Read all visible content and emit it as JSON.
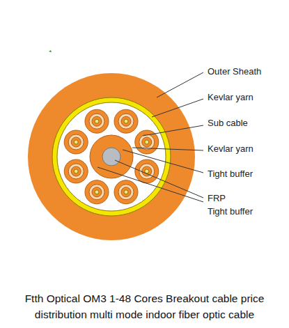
{
  "diagram": {
    "caption": "Ftth Optical OM3 1-48 Cores Breakout cable price distribution multi mode indoor fiber optic cable",
    "labels": [
      "Outer Sheath",
      "Kevlar yarn",
      "Sub cable",
      "Kevlar yarn",
      "Tight buffer",
      "FRP",
      "Tight buffer"
    ]
  }
}
